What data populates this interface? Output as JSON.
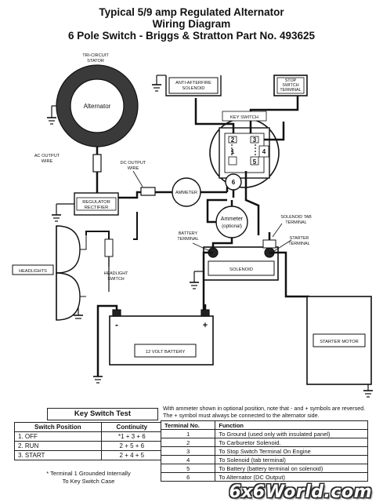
{
  "title": {
    "line1": "Typical 5/9 amp Regulated Alternator",
    "line2": "Wiring Diagram",
    "line3": "6 Pole Switch - Briggs & Stratton Part No. 493625"
  },
  "labels": {
    "stator": [
      "TRI-CIRCUIT",
      "STATOR"
    ],
    "alternator": "Alternator",
    "ac_output": [
      "AC OUTPUT",
      "WIRE"
    ],
    "dc_output": [
      "DC OUTPUT",
      "WIRE"
    ],
    "regulator": [
      "REGULATOR",
      "RECTIFIER"
    ],
    "ammeter": "AMMETER",
    "ammeter_optional": [
      "Ammeter",
      "(optional)"
    ],
    "anti_afterfire": [
      "ANTI-AFTERFIRE",
      "SOLENOID"
    ],
    "stop_switch": [
      "STOP",
      "SWITCH",
      "TERMINAL"
    ],
    "key_switch": "KEY SWITCH",
    "switch_terminals": [
      "2",
      "3",
      "1",
      "4",
      "5",
      "6"
    ],
    "solenoid_tab": [
      "SOLENOID TAB",
      "TERMINAL"
    ],
    "starter_terminal": [
      "STARTER",
      "TERMINAL"
    ],
    "battery_terminal": [
      "BATTERY",
      "TERMINAL"
    ],
    "solenoid": "SOLENOID",
    "headlights": "HEADLIGHTS",
    "headlight_switch": [
      "HEADLIGHT",
      "SWITCH"
    ],
    "battery": "12 VOLT BATTERY",
    "battery_neg": "-",
    "battery_pos": "+",
    "starter_motor": "STARTER MOTOR"
  },
  "key_switch_test": {
    "title": "Key Switch Test",
    "headers": [
      "Switch Position",
      "Continuity"
    ],
    "rows": [
      [
        "1.  OFF",
        "*1 + 3 + 6"
      ],
      [
        "2.  RUN",
        "2 + 5 + 6"
      ],
      [
        "3.  START",
        "2 + 4 + 5"
      ]
    ],
    "note": [
      "* Terminal 1 Grounded Internally",
      "To Key Switch Case"
    ]
  },
  "function_table": {
    "note": "With ammeter shown in optional position, note that - and + symbols are reversed. The + symbol must always be connected to the alternator side.",
    "headers": [
      "Terminal No.",
      "Function"
    ],
    "rows": [
      [
        "1",
        "To Ground (used only with insulated panel)"
      ],
      [
        "2",
        "To Carburetor Solenoid."
      ],
      [
        "3",
        "To Stop Switch Terminal On Engine"
      ],
      [
        "4",
        "To Solenoid (tab terminal)"
      ],
      [
        "5",
        "To Battery (battery terminal on solenoid)"
      ],
      [
        "6",
        "To Alternator (DC Output)"
      ]
    ]
  },
  "watermark": "6x6World.com"
}
